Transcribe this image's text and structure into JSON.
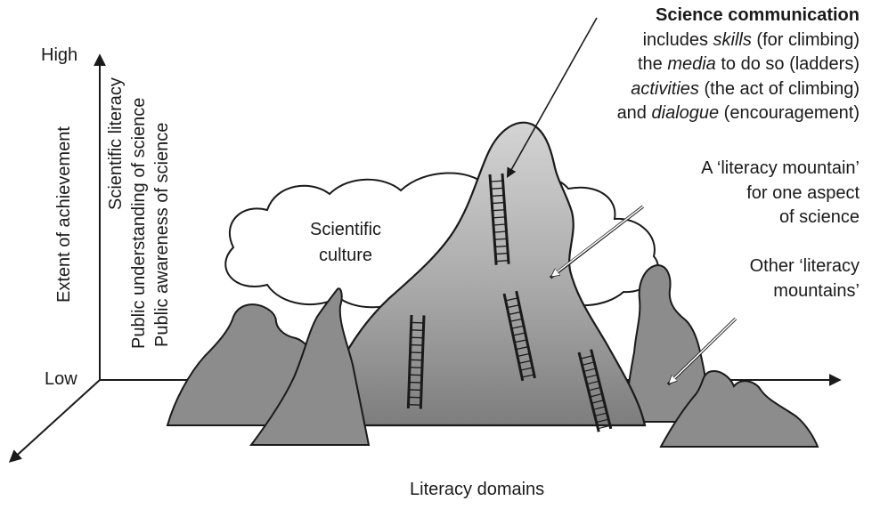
{
  "axes": {
    "high_label": "High",
    "low_label": "Low",
    "y_title": "Extent of achievement",
    "x_title": "Literacy domains",
    "levels": [
      "Scientific literacy",
      "Public understanding of science",
      "Public awareness of science"
    ]
  },
  "cloud": {
    "line1": "Scientific",
    "line2": "culture"
  },
  "science_communication": {
    "title": "Science communication",
    "l1_pre": "includes ",
    "l1_em": "skills",
    "l1_post": " (for climbing)",
    "l2_pre": "the ",
    "l2_em": "media",
    "l2_post": " to do so (ladders)",
    "l3_em": "activities",
    "l3_post": " (the act of climbing)",
    "l4_pre": "and ",
    "l4_em": "dialogue",
    "l4_post": " (encouragement)"
  },
  "literacy_mountain": {
    "line1": "A ‘literacy mountain’",
    "line2": "for one aspect",
    "line3": "of science"
  },
  "other_mountains": {
    "line1": "Other ‘literacy",
    "line2": "mountains’"
  },
  "colors": {
    "ink": "#1a1a1a",
    "mountain_dark": "#8a8a8a",
    "mountain_top": "#d2d2d2",
    "mountain_base": "#7a7a7a",
    "arrow_white": "#ffffff"
  }
}
